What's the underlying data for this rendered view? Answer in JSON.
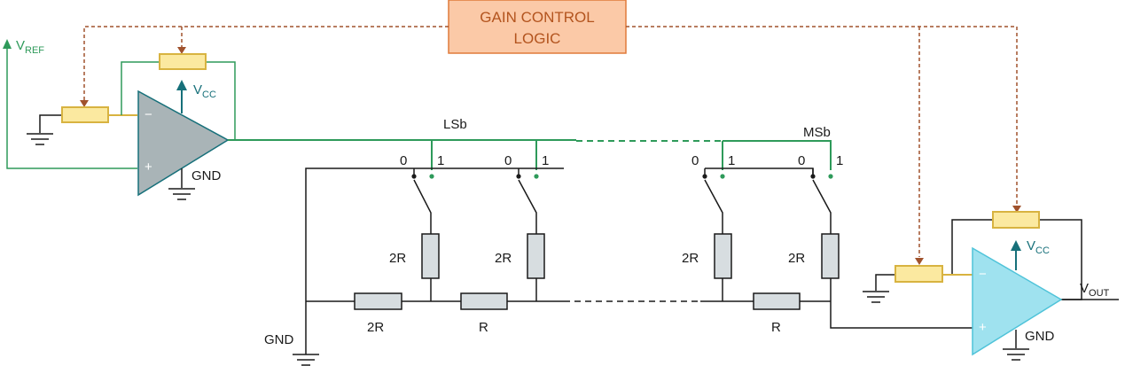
{
  "control_block": {
    "line1": "GAIN CONTROL",
    "line2": "LOGIC"
  },
  "labels": {
    "vref_main": "V",
    "vref_sub": "REF",
    "vcc_main": "V",
    "vcc_sub": "CC",
    "vout_main": "V",
    "vout_sub": "OUT",
    "gnd": "GND",
    "lsb": "LSb",
    "msb": "MSb",
    "two_r": "2R",
    "r": "R",
    "zero": "0",
    "one": "1",
    "minus": "−",
    "plus": "+"
  },
  "colors": {
    "green": "#2e9a5a",
    "dark_green": "#1f7a47",
    "brown": "#a0522d",
    "teal": "#17707a",
    "cyan": "#4fc3d9",
    "ink": "#1a1a1a",
    "resistor_fill": "#d7dde0",
    "pot_fill": "#fbe9a0",
    "pot_stroke": "#d8b340",
    "opamp_fill": "#a9b4b7",
    "opamp_out_fill": "#9fe2ef",
    "ctl_fill": "#fbc9a7",
    "ctl_stroke": "#e07a3a"
  }
}
